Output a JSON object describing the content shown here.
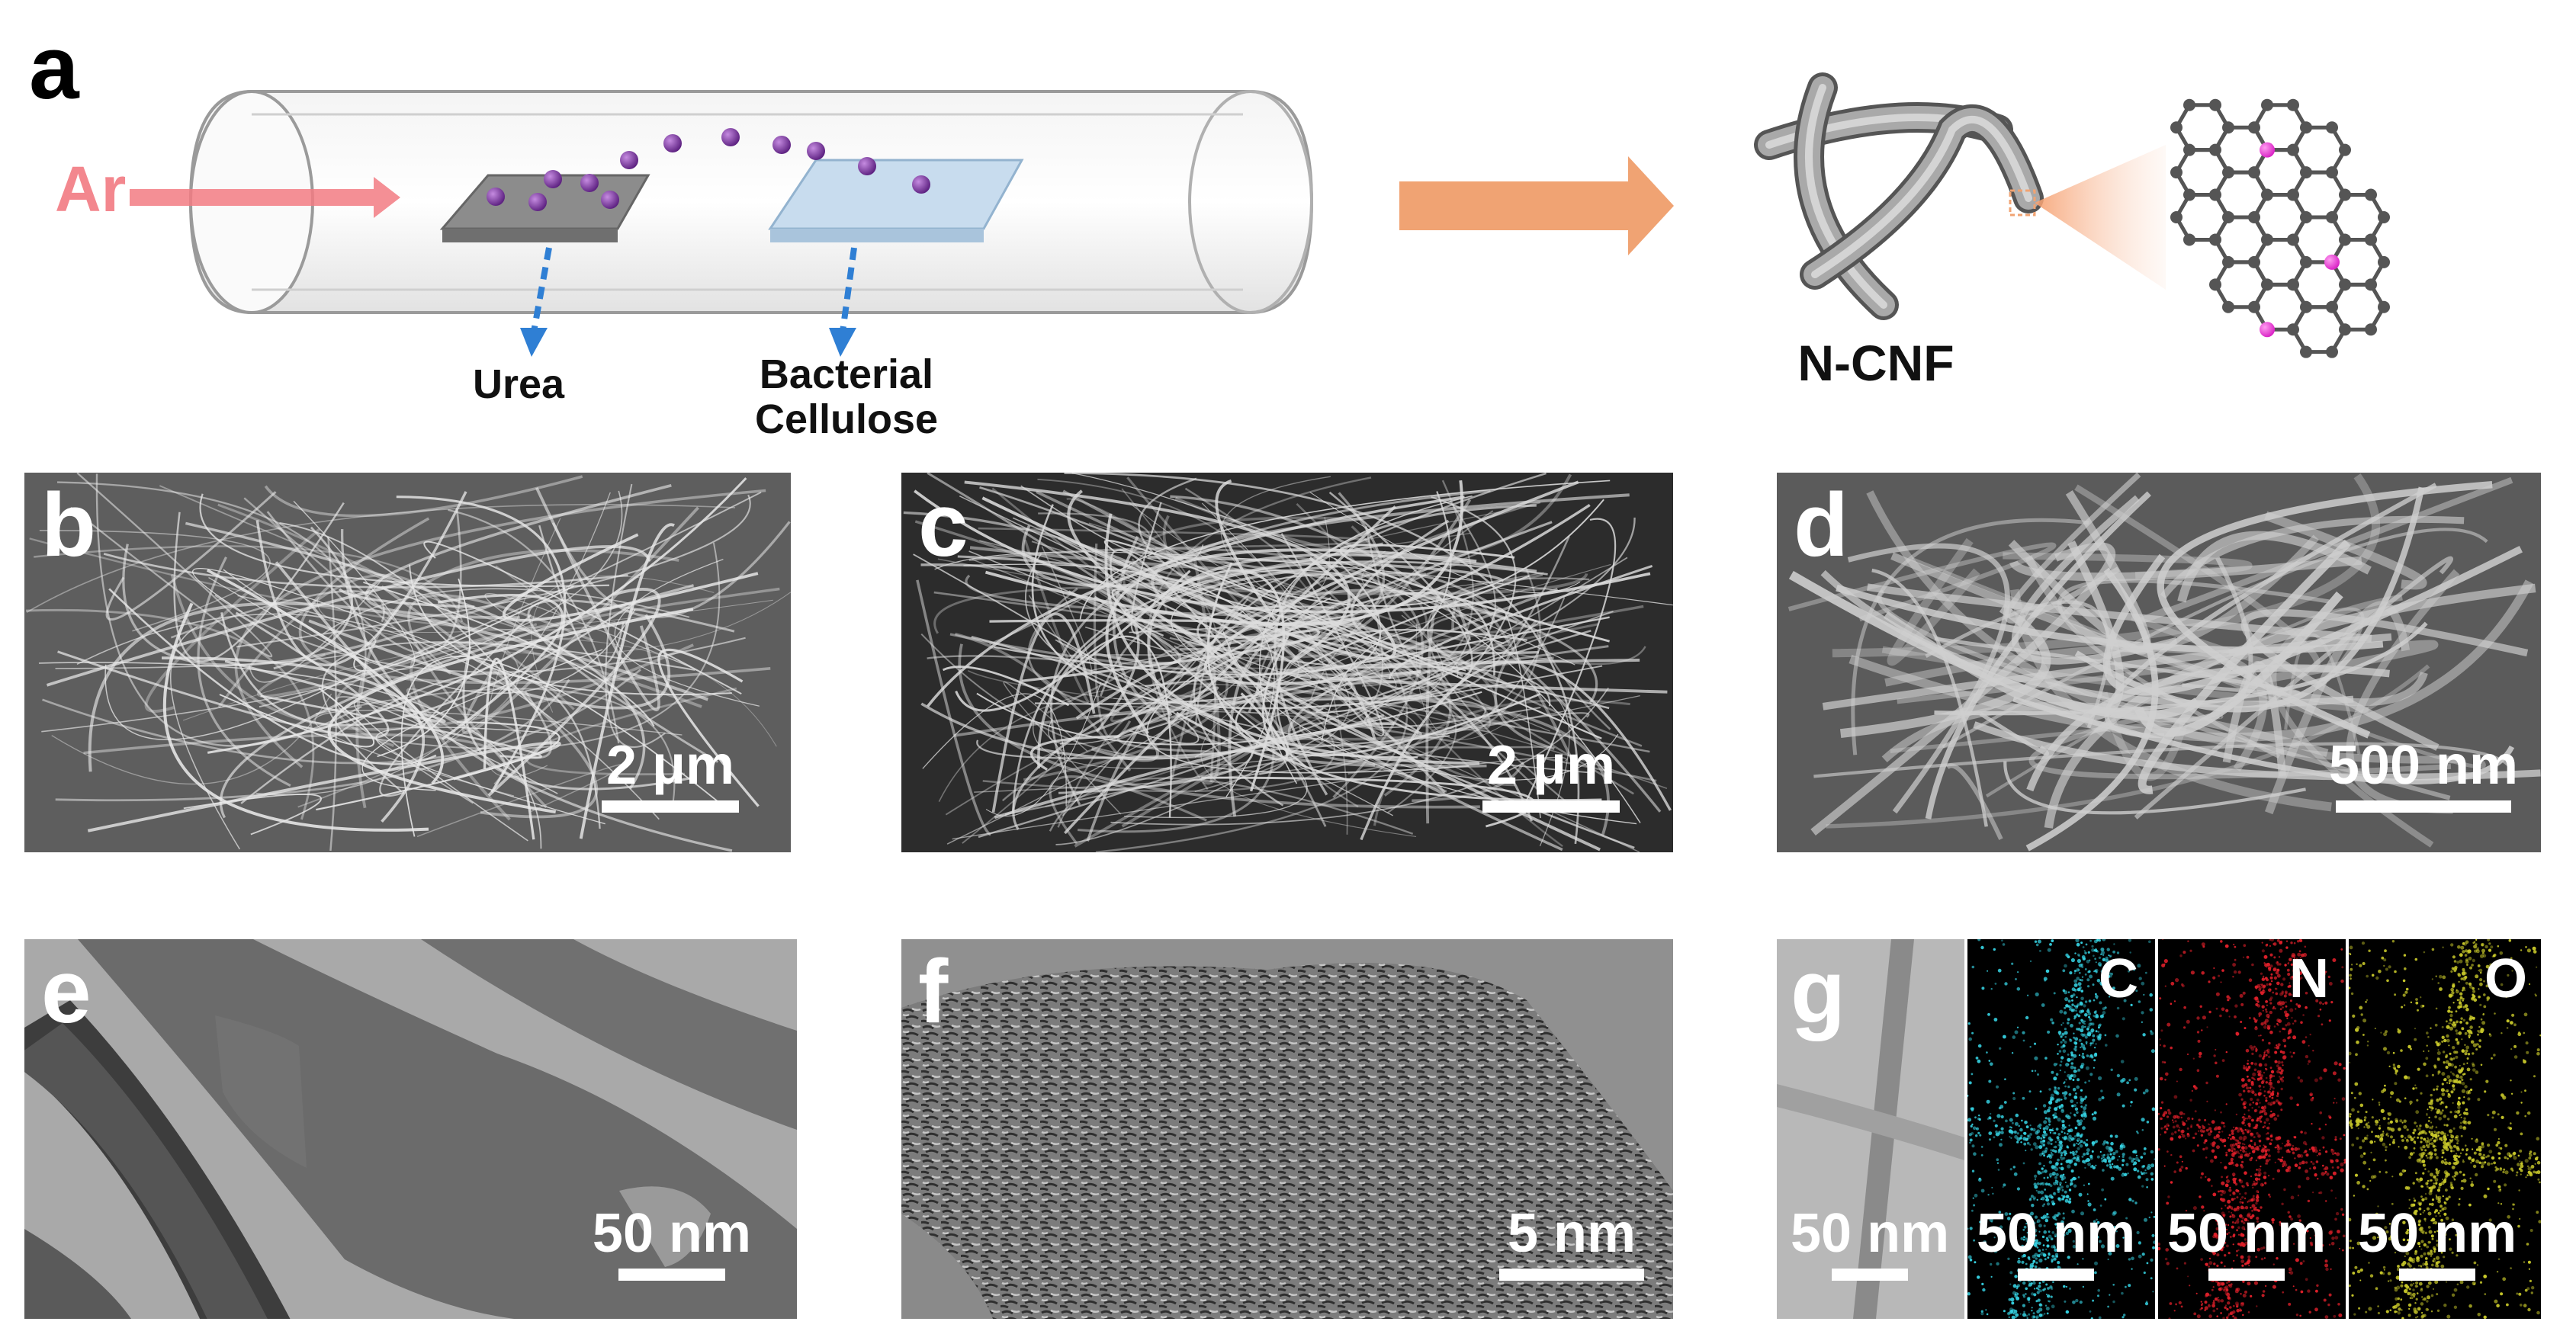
{
  "panel_a": {
    "letter": "a",
    "gas_label": "Ar",
    "precursor_1": "Urea",
    "precursor_2_line1": "Bacterial",
    "precursor_2_line2": "Cellulose",
    "product_label": "N-CNF",
    "colors": {
      "argon_arrow": "#f27b82",
      "process_arrow": "#f0a373",
      "dopant_atoms": "#7b2f9e",
      "nitrogen_atoms": "#e040d0",
      "carbon_bonds": "#555555",
      "dashed_arrows": "#2f7fd4"
    }
  },
  "sem_panels": [
    {
      "letter": "b",
      "scale_label": "2 μm"
    },
    {
      "letter": "c",
      "scale_label": "2 μm"
    },
    {
      "letter": "d",
      "scale_label": "500 nm"
    }
  ],
  "tem_panels": [
    {
      "letter": "e",
      "scale_label": "50 nm"
    },
    {
      "letter": "f",
      "scale_label": "5 nm"
    }
  ],
  "mapping_panel": {
    "letter": "g",
    "tiles": [
      {
        "element": "",
        "scale_label": "50 nm",
        "color": "#b8b8b8"
      },
      {
        "element": "C",
        "scale_label": "50 nm",
        "color": "#35d0e0"
      },
      {
        "element": "N",
        "scale_label": "50 nm",
        "color": "#e0202a"
      },
      {
        "element": "O",
        "scale_label": "50 nm",
        "color": "#c8c82a"
      }
    ]
  }
}
